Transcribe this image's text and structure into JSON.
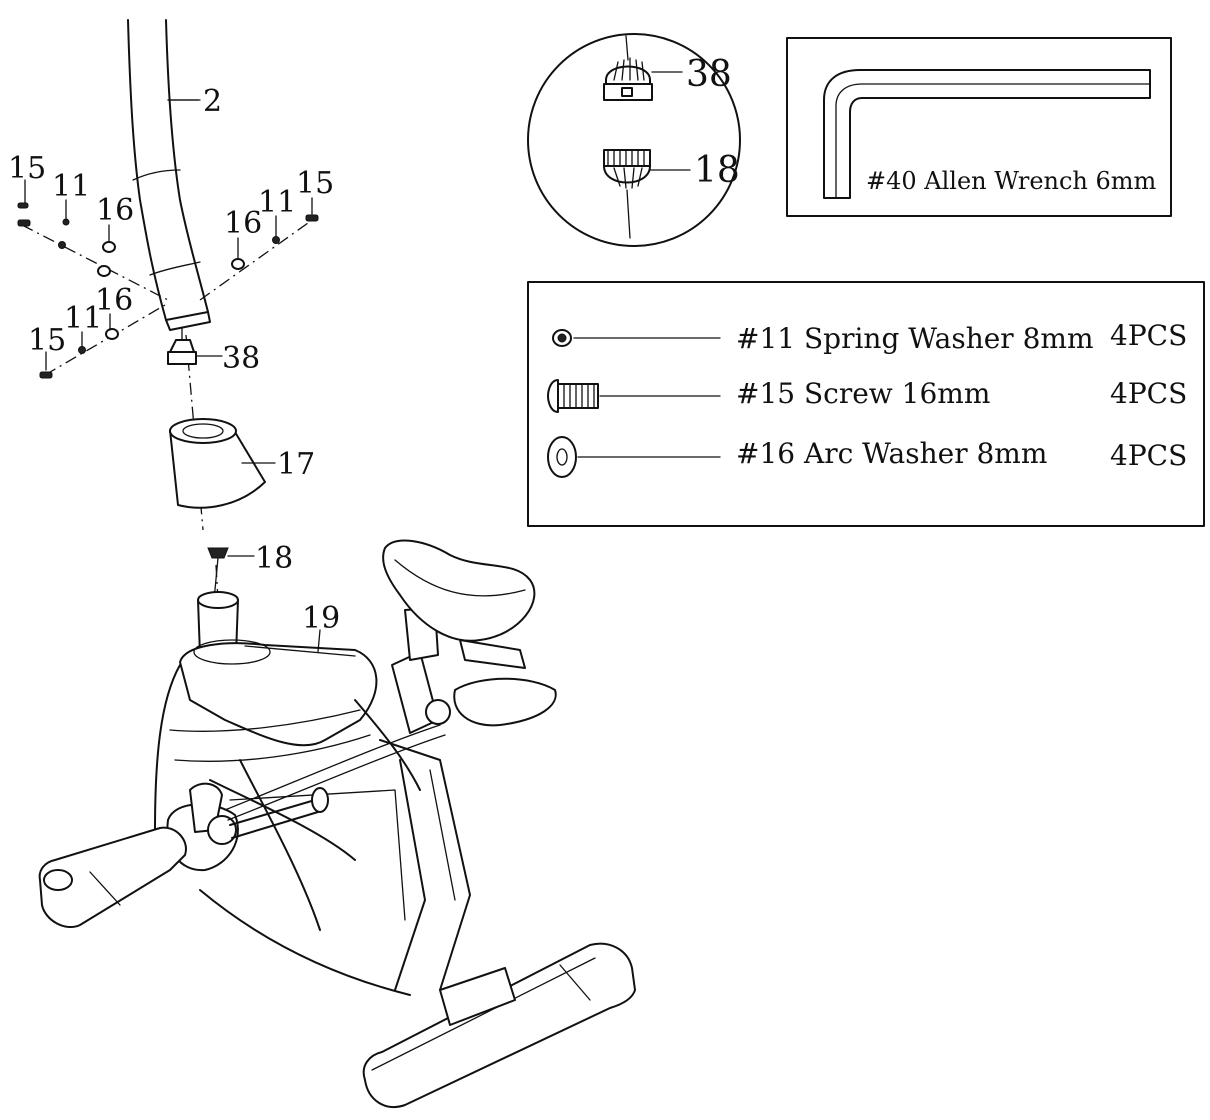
{
  "callouts": {
    "handlebar_post": "2",
    "screw_1": "15",
    "screw_2": "15",
    "screw_3": "15",
    "spring_washer_1": "11",
    "spring_washer_2": "11",
    "spring_washer_3": "11",
    "arc_washer_1": "16",
    "arc_washer_2": "16",
    "arc_washer_3": "16",
    "upper_connector": "38",
    "cover": "17",
    "lower_connector": "18",
    "frame": "19"
  },
  "detail": {
    "upper_connector": "38",
    "lower_connector": "18"
  },
  "tool": {
    "label": "#40 Allen Wrench 6mm"
  },
  "hardware": [
    {
      "name": "#11 Spring Washer 8mm",
      "qty": "4PCS",
      "icon": "spring-washer-icon"
    },
    {
      "name": "#15 Screw 16mm",
      "qty": "4PCS",
      "icon": "screw-icon"
    },
    {
      "name": "#16 Arc Washer 8mm",
      "qty": "4PCS",
      "icon": "arc-washer-icon"
    }
  ]
}
